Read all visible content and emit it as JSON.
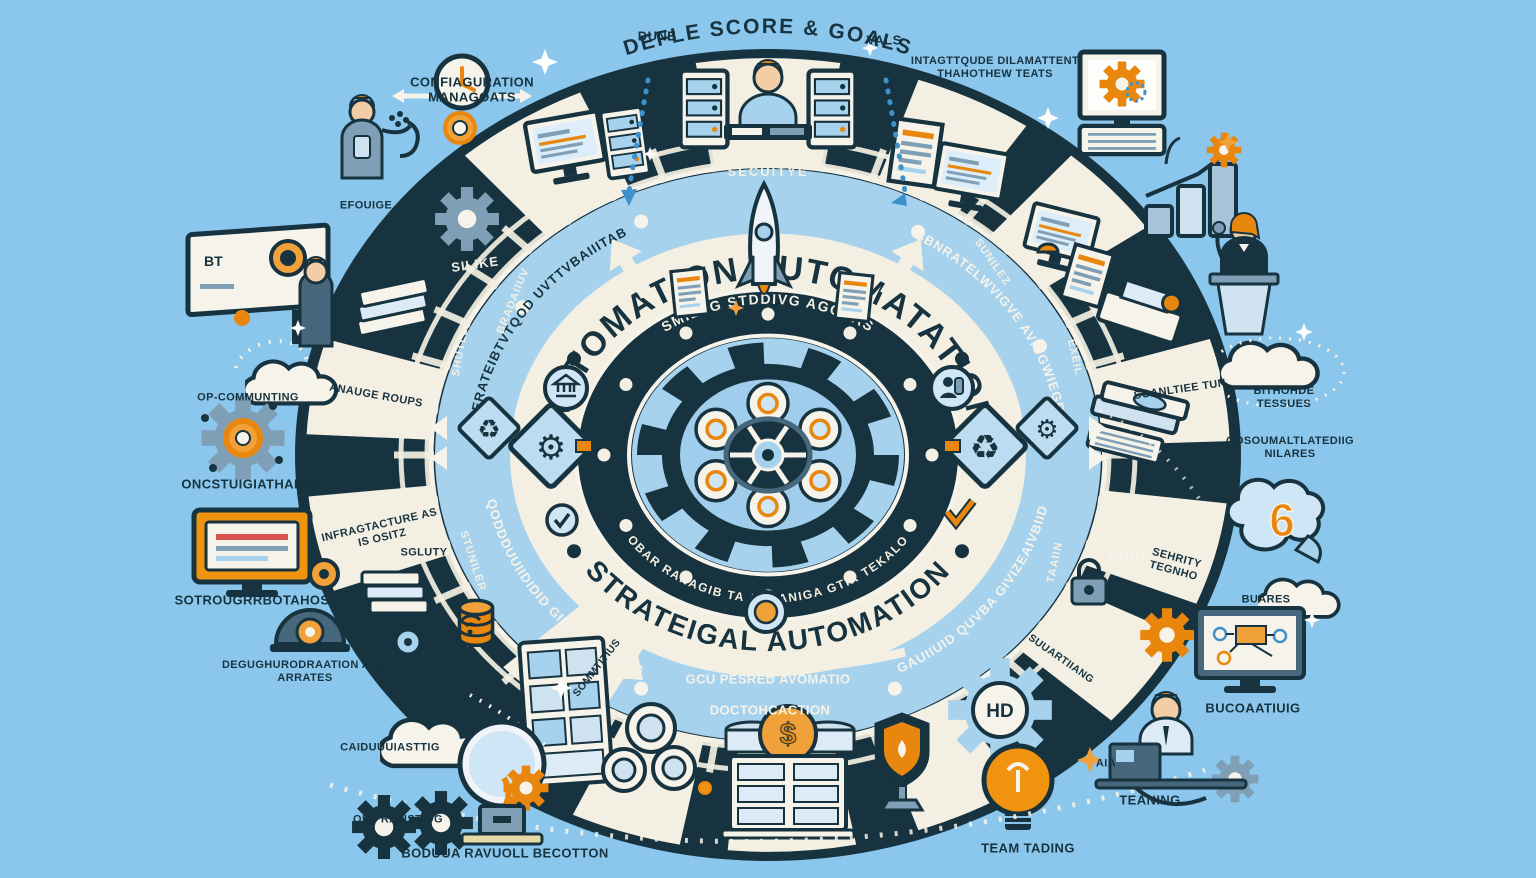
{
  "palette": {
    "sky": "#8bc7ec",
    "navy": "#17333f",
    "cream": "#f6f3ea",
    "light_blue": "#a6d2ee",
    "steel": "#7e9fb5",
    "orange": "#e8860d"
  },
  "header": {
    "left_tick": "DUNE",
    "title_arc": "DEFLE SCORE & GOALS",
    "right_tick": "VALS"
  },
  "top_left": {
    "config": "CONFIAGURATION MANAGOATS",
    "figure": "EFOUIGE",
    "screen_code": "BT"
  },
  "top_right": {
    "infra": "INTAGTTQUDE DILAMATTENT THAHOTHEW TEATS"
  },
  "wheel": {
    "center_arc_top": "AUTOMATION AUTOMATATION",
    "center_arc_top_sub": "SMILEG STDDIVG AGOUAS",
    "center_arc_bottom_sub": "OBAR RANAGIB TA ABHANIGA GTIR TEKALO",
    "center_arc_bottom": "STRATEIGAL AUTOMATION",
    "ring_upper_left": "STERATEIBTVTQOD UVTTVBAIIITAB",
    "ring_upper_right": "SBNRATELWVIGVE AVIUGWIEGBE",
    "ring_lower_left": "QODDDUUIIDIDID GIDTVDUIIALIIG",
    "ring_lower_right": "GAUIIUID QUVBA GIVIZEAIVBIID",
    "security": "SECUITYE",
    "wedges": {
      "anauge": "ANAUGE ROUPS",
      "infrastructure": "INFRAGTACTURE AS IS OSITZ",
      "sommtitius": "SOMMTITIUS",
      "suuartiiang": "SUUARTIIANG",
      "sehrity": "SEHRITY TEGNHO",
      "soanltee": "SOANLTIEE TUN"
    },
    "marks": {
      "silike": "SILIKE",
      "bradaiiuv": "BRADAIIUV",
      "shutlee": "SHUTLEE",
      "stuniler": "STUNILER",
      "sunilez": "SUNILEZ",
      "exeil": "EXEIL",
      "taaiin": "TAAIIN",
      "oout": "OOUT",
      "gcu": "GCU PESRED AVOMATIO",
      "doc": "DOCTOHCACTION"
    }
  },
  "left_column": {
    "sgluty": "SGLUTY",
    "op_communting": "OP-COMMUNTING",
    "oncstuigiathancs": "ONCSTUIGIATHANCS",
    "sotrougrrbotahos": "SOTROUGRRBOTAHOS",
    "degug": "DEGUGHURODRAATION AOG ARRATES",
    "caiduuuiasttig": "CAIDUUUIASTTIG",
    "obt_ratistidg": "OBT RATISTIDG",
    "boduua": "BODUUA RAVUOLL BECOTTON"
  },
  "bottom": {
    "coin_symbol": "$",
    "team_tading": "TEAM TADING",
    "aia": "AIA",
    "teaning": "TEANING",
    "bucoaatiuig": "BUCOAATIUIG"
  },
  "right_column": {
    "bithohde": "BITHOHDE TESSUES",
    "oosoumal": "OOSOUMALTLATEDIIG NILARES",
    "six_badge": "6",
    "buares": "BUARES",
    "hd": "HD"
  }
}
